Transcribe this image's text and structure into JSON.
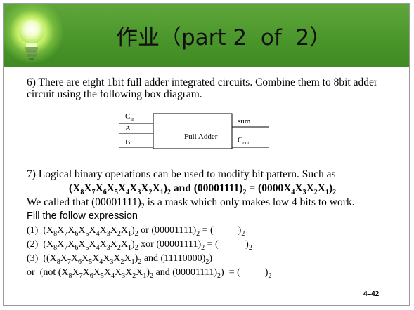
{
  "slide": {
    "title": "作业（part 2  of  2）",
    "page_number": "4–42"
  },
  "q6": {
    "line1": "6) There are eight 1bit full adder integrated circuits. Combine them to 8bit adder",
    "line2": "circuit using the following box diagram."
  },
  "diagram": {
    "box_label": "Full Adder",
    "input_cin_main": "C",
    "input_cin_sub": "in",
    "input_a": "A",
    "input_b": "B",
    "output_sum": "sum",
    "output_cout_main": "C",
    "output_cout_sub": "out"
  },
  "q7": {
    "intro": "7) Logical binary operations can be used to modify bit pattern. Such as",
    "example": {
      "p1": "(X",
      "s8": "8",
      "p2": "X",
      "s7": "7",
      "p3": "X",
      "s6": "6",
      "p4": "X",
      "s5": "5",
      "p5": "X",
      "s4": "4",
      "p6": "X",
      "s3": "3",
      "p7": "X",
      "s2": "2",
      "p8": "X",
      "s1": "1",
      "p9": ")",
      "sub2a": "2",
      "p10": " and (00001111)",
      "sub2b": "2",
      "p11": " = (0000X",
      "t4": "4",
      "p12": "X",
      "t3": "3",
      "p13": "X",
      "t2": "2",
      "p14": "X",
      "t1": "1",
      "p15": ")",
      "sub2c": "2"
    },
    "mask_pre": "We called that (00001111)",
    "mask_sub": "2",
    "mask_post": " is a mask which only makes low 4 bits to work.",
    "fill_label": "Fill the follow expression",
    "items": [
      {
        "prefix": "(1)  ",
        "op": " or (00001111)",
        "eq": " = (          )",
        "tail_sub": "2"
      },
      {
        "prefix": "(2)  ",
        "op": " xor (00001111)",
        "eq": " = (           )",
        "tail_sub": "2"
      },
      {
        "prefix": "(3)  ((",
        "op": " and (11110000)",
        "eq": ")",
        "tail_sub": "2"
      },
      {
        "prefix": "or  (not (",
        "op": " and (00001111)",
        "eq": ")  = (          )",
        "tail_sub": "2"
      }
    ],
    "expr": {
      "x": "X",
      "s8": "8",
      "s7": "7",
      "s6": "6",
      "s5": "5",
      "s4": "4",
      "s3": "3",
      "s2": "2",
      "s1": "1",
      "open": "(",
      "close": ")",
      "sub2": "2"
    }
  },
  "colors": {
    "header_green": "#4f9a2e",
    "bulb_glow": "#e3ff9a"
  },
  "icons": {
    "header_decoration": "light-bulb-icon"
  }
}
